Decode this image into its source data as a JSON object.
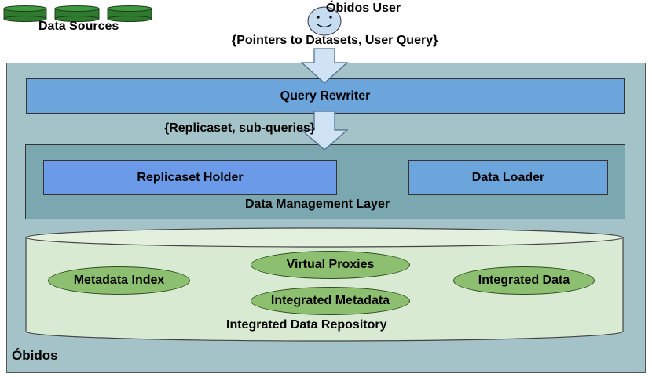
{
  "data_sources": {
    "label": "Data Sources"
  },
  "user": {
    "label": "Óbidos User",
    "input_label": "{Pointers to Datasets, User Query}"
  },
  "query_rewriter": {
    "label": "Query Rewriter",
    "output_label": "{Replicaset, sub-queries}"
  },
  "data_management_layer": {
    "label": "Data Management Layer",
    "replicaset_holder": "Replicaset Holder",
    "data_loader": "Data Loader"
  },
  "repository": {
    "label": "Integrated Data Repository",
    "metadata_index": "Metadata Index",
    "virtual_proxies": "Virtual Proxies",
    "integrated_metadata": "Integrated Metadata",
    "integrated_data": "Integrated Data"
  },
  "system": {
    "label": "Óbidos"
  },
  "colors": {
    "system_bg": "#a4c3c9",
    "query_rewriter": "#6ca4dc",
    "data_management_layer": "#7aa7b0",
    "replicaset_holder": "#6b9ae8",
    "repository": "#d9ead3",
    "oval": "#8cc070",
    "data_source_db": "#2f7a2f",
    "arrow": "#cfe3f4",
    "user_face": "#c6dcf0"
  }
}
